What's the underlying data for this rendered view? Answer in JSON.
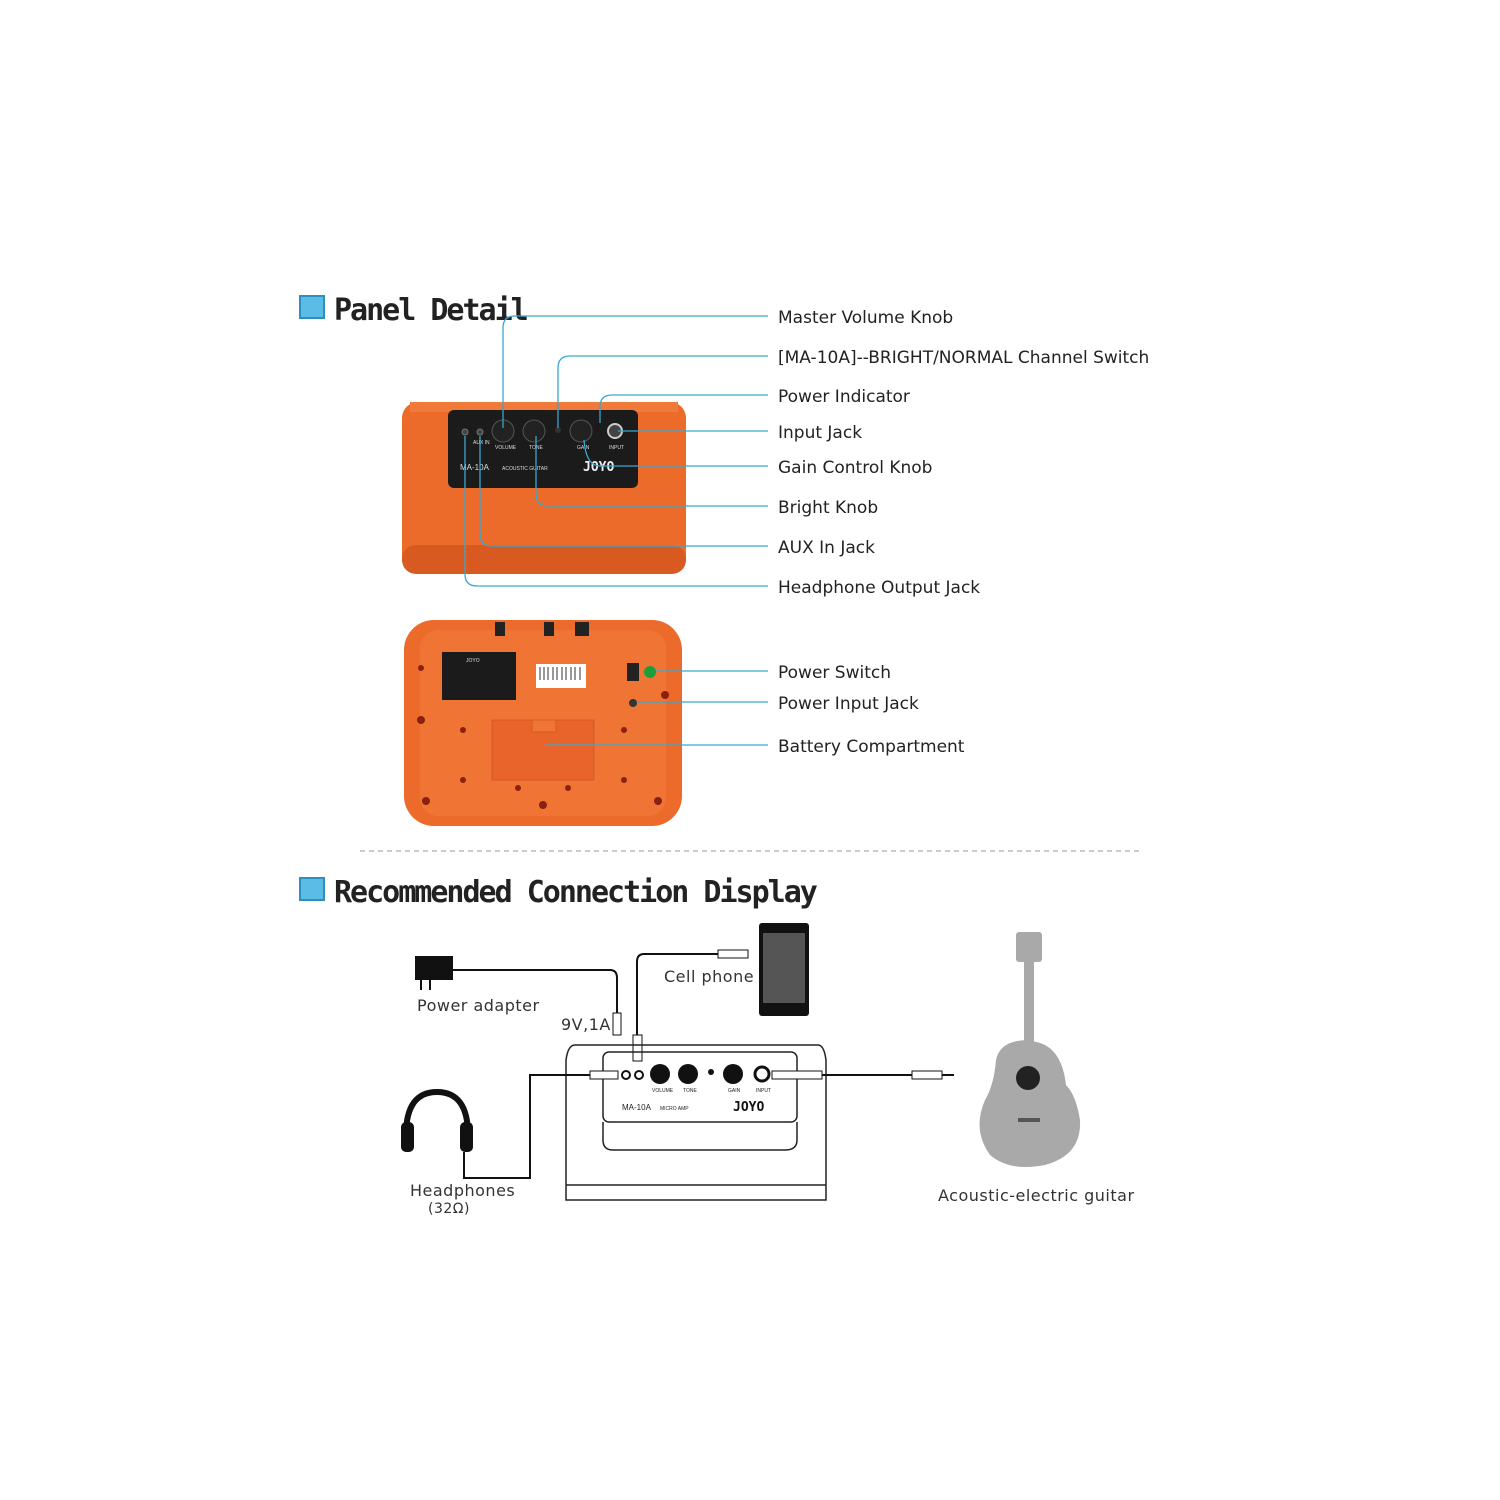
{
  "sections": {
    "panel_detail": "Panel Detail",
    "connection": "Recommended Connection Display"
  },
  "callouts_front": [
    "Master Volume Knob",
    "[MA-10A]--BRIGHT/NORMAL Channel Switch",
    "Power Indicator",
    "Input Jack",
    "Gain Control Knob",
    "Bright Knob",
    "AUX In Jack",
    "Headphone Output Jack"
  ],
  "callouts_back": [
    "Power Switch",
    "Power Input Jack",
    "Battery Compartment"
  ],
  "amp": {
    "brand": "JOYO",
    "model_front": "MA-10A",
    "model_front_sub": "ACOUSTIC GUITAR",
    "model_diagram_sub": "MICRO AMP",
    "knob_labels": [
      "VOLUME",
      "TONE",
      "GAIN",
      "INPUT",
      "AUX IN"
    ]
  },
  "connection": {
    "power_adapter": "Power adapter",
    "power_spec": "9V,1A",
    "cell_phone": "Cell phone",
    "headphones": "Headphones",
    "headphones_spec": "(32Ω)",
    "guitar": "Acoustic-electric guitar"
  },
  "colors": {
    "accent": "#5bbde6",
    "amp_orange": "#ec6a2a",
    "leader_line": "#3aa6cf"
  }
}
